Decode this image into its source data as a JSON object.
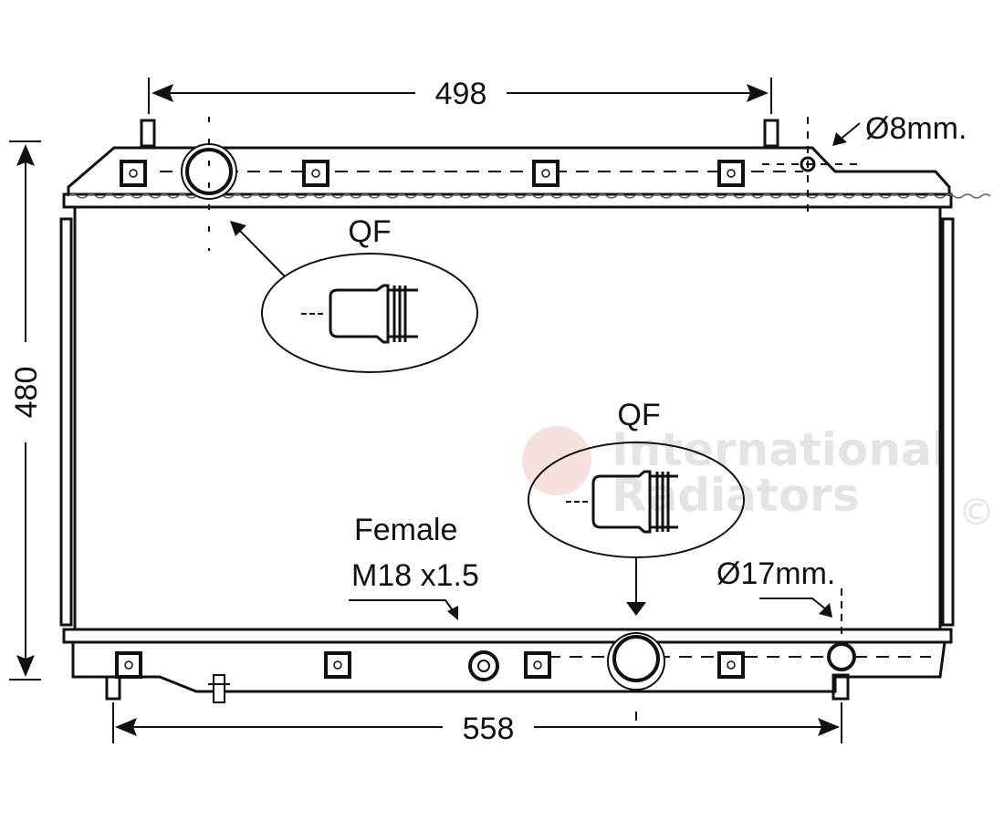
{
  "drawing": {
    "width_top": "498",
    "width_bottom": "558",
    "height": "480",
    "top_hole": "Ø8mm.",
    "bottom_hole": "Ø17mm.",
    "connector_top_label": "QF",
    "connector_bottom_label": "QF",
    "drain_line1": "Female",
    "drain_line2": "M18 x1.5"
  },
  "watermark": {
    "line1": "International",
    "line2": "Radiators",
    "symbol": "©"
  }
}
